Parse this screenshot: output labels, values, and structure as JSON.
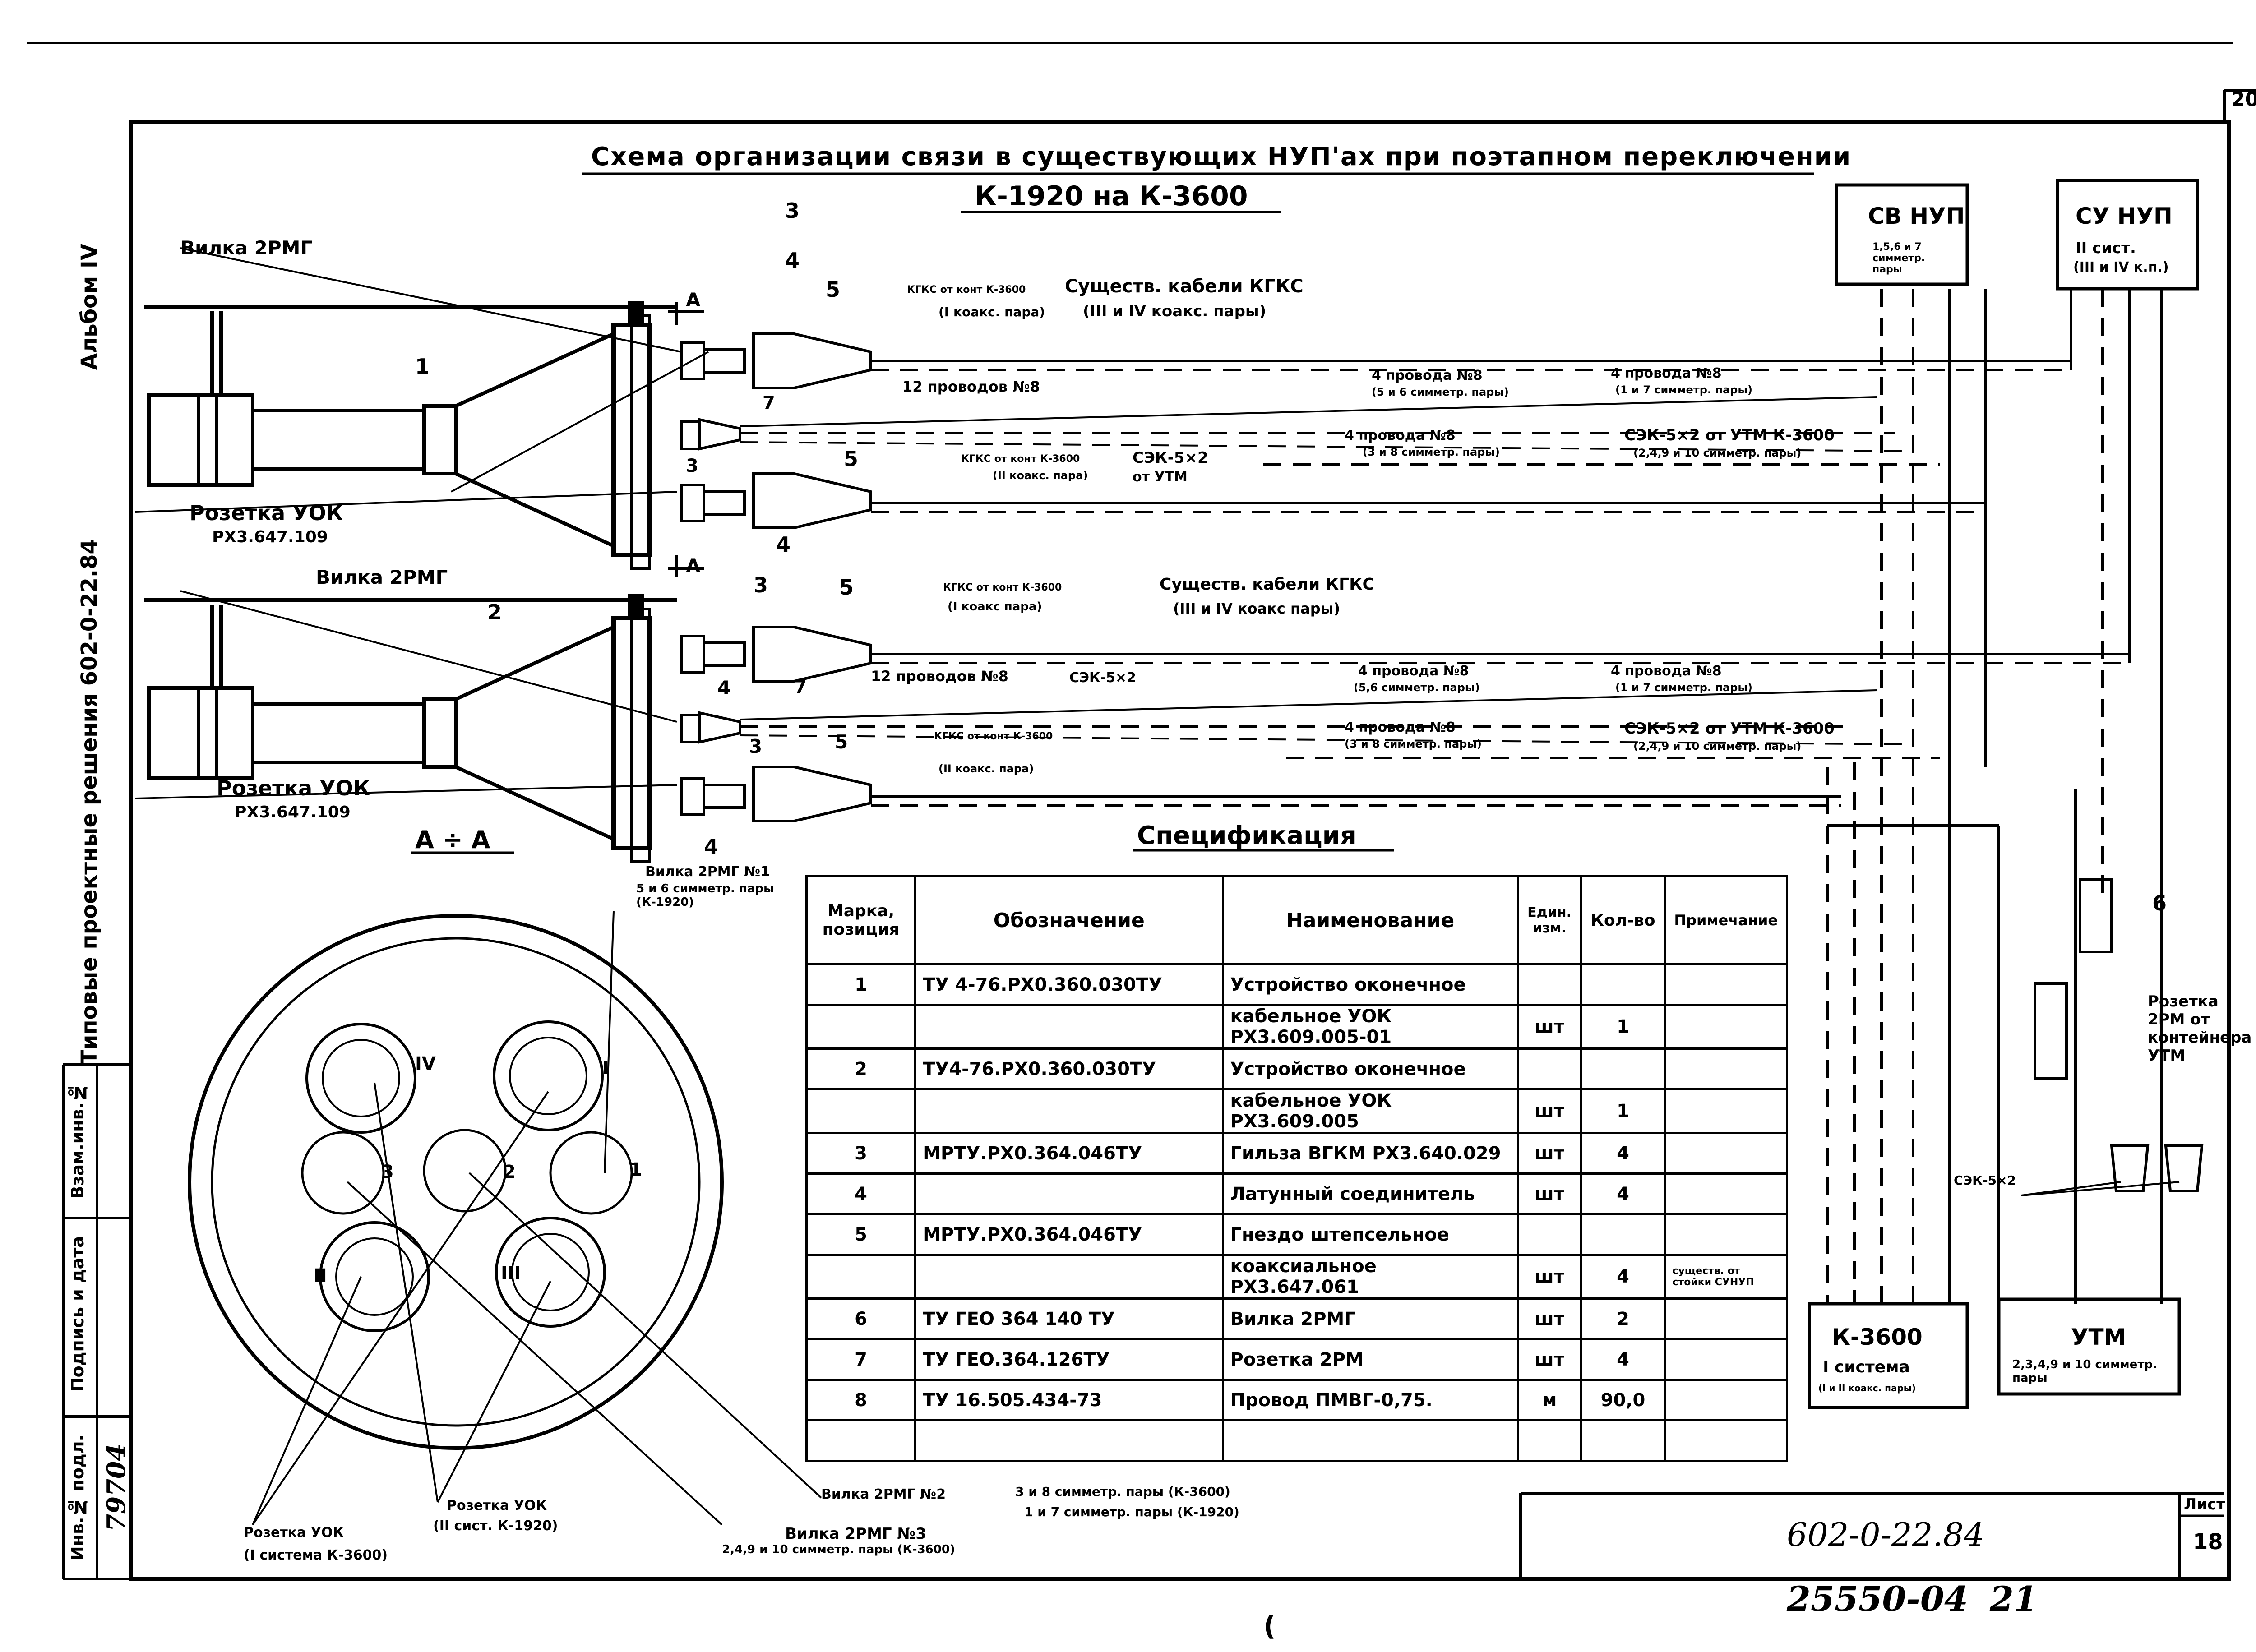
{
  "sheet": {
    "corner_number": "20",
    "title_line1": "Схема организации связи в существующих НУП'ах при поэтапном переключении",
    "title_line2": "К-1920 на К-3600",
    "sheet_label": "Лист",
    "sheet_number": "18",
    "code": "602-0-22.84",
    "bottom_number": "25550-04",
    "bottom_number2": "21",
    "bottom_mark": "("
  },
  "side_strip": {
    "album": "Альбом IV",
    "series": "Типовые проектные решения 602-0-22.84",
    "inv_orig": "Инв.№ подл.",
    "inv_value": "79704",
    "sign_date": "Подпись и дата",
    "replace": "Взам.инв.№"
  },
  "labels": {
    "vilka_top": "Вилка 2РМГ",
    "pos1": "1",
    "pos3a": "3",
    "pos4a": "4",
    "pos5a": "5",
    "pos7": "7",
    "pos5b": "5",
    "pos4b": "4",
    "pos3b": "3",
    "a_top": "A",
    "a_bottom": "A",
    "rozetka_udk_1": "Розетка УОК",
    "rozetka_udk_1_code": "РХ3.647.109",
    "vilka_mid": "Вилка 2РМГ",
    "pos2": "2",
    "pos3c": "3",
    "pos5c": "5",
    "pos4c": "4",
    "pos7b": "7",
    "pos3d": "3",
    "pos5d": "5",
    "pos4d": "4",
    "rozetka_udk_2": "Розетка УОК",
    "rozetka_udk_2_code": "РХ3.647.109",
    "section": "А ÷ А"
  },
  "cable_notes": {
    "top": {
      "kgks_k3600": "КГКС от конт К-3600",
      "kgks_pair": "(I коакс. пара)",
      "sush_kabeli": "Существ. кабели КГКС",
      "sush_pairs": "(III и IV коакс. пары)",
      "wires12": "12 проводов №8",
      "wires4_top": "4 провода №8",
      "wires4_top_sub": "(5 и 6 симметр. пары)",
      "wires4_right": "4 провода №8",
      "wires4_right_sub": "(1 и 7 симметр. пары)",
      "wires4_mid": "4 провода №8",
      "wires4_mid_sub": "(3 и 8 симметр. пары)",
      "sek_utm": "СЭК-5×2 от УТМ К-3600",
      "sek_utm_sub": "(2,4,9 и 10 симметр. пары)",
      "sek52": "СЭК-5×2",
      "sek52_sub": "от УТМ",
      "kgks_k3600_2": "КГКС от конт К-3600",
      "kgks_pair2": "(II коакс. пара)"
    },
    "bottom": {
      "kgks_k3600": "КГКС от конт К-3600",
      "kgks_pair": "(I коакс пара)",
      "sush_kabeli": "Существ. кабели КГКС",
      "sush_pairs": "(III и IV коакс пары)",
      "wires12": "12 проводов №8",
      "sek52": "СЭК-5×2",
      "wires4_top": "4 провода №8",
      "wires4_top_sub": "(5,6 симметр. пары)",
      "wires4_right": "4 провода №8",
      "wires4_right_sub": "(1 и 7 симметр. пары)",
      "wires4_mid": "4 провода №8",
      "wires4_mid_sub": "(3 и 8 симметр. пары)",
      "sek_utm": "СЭК-5×2 от УТМ К-3600",
      "sek_utm_sub": "(2,4,9 и 10 симметр. пары)",
      "kgks_k3600_2": "КГКС от конт К-3600",
      "kgks_pair2": "(II коакс. пара)"
    }
  },
  "boxes": {
    "sv_nup": {
      "title": "СВ НУП",
      "sub": "1,5,6 и 7 симметр. пары"
    },
    "su_nup": {
      "title": "СУ НУП",
      "sub1": "II сист.",
      "sub2": "(III и IV к.п.)"
    },
    "k3600": {
      "title": "К-3600",
      "sub1": "I система",
      "sub2": "(I и II коакс. пары)"
    },
    "utm": {
      "title": "УТМ",
      "sub": "2,3,4,9 и 10 симметр. пары"
    }
  },
  "right_labels": {
    "pos6": "6",
    "rozetka_2pm": "Розетка 2РМ от контейнера УТМ",
    "sek52": "СЭК-5×2"
  },
  "section_labels": {
    "vilka_n1": "Вилка 2РМГ №1",
    "vilka_n1_sub": "5 и 6 симметр. пары (К-1920)",
    "vilka_n2": "Вилка 2РМГ №2",
    "vilka_n2_sub1": "3 и 8 симметр. пары (К-3600)",
    "vilka_n2_sub2": "1 и 7 симметр. пары (К-1920)",
    "vilka_n3": "Вилка 2РМГ №3",
    "vilka_n3_sub": "2,4,9 и 10 симметр. пары (К-3600)",
    "rozetka_i": "Розетка УОК",
    "rozetka_i_sub": "(I система К-3600)",
    "rozetka_ii": "Розетка УОК",
    "rozetka_ii_sub": "(II сист. К-1920)",
    "roman_iv": "IV",
    "roman_i": "I",
    "roman_ii": "II",
    "roman_iii": "III",
    "n1": "1",
    "n2": "2",
    "n3": "3"
  },
  "spec": {
    "title": "Спецификация",
    "headers": [
      "Марка, позиция",
      "Обозначение",
      "Наименование",
      "Един. изм.",
      "Кол-во",
      "Примечание"
    ],
    "rows": [
      [
        "1",
        "ТУ 4-76.РХ0.360.030ТУ",
        "Устройство оконечное",
        "",
        "",
        ""
      ],
      [
        "",
        "",
        "кабельное УОК РХ3.609.005-01",
        "шт",
        "1",
        ""
      ],
      [
        "2",
        "ТУ4-76.РХ0.360.030ТУ",
        "Устройство оконечное",
        "",
        "",
        ""
      ],
      [
        "",
        "",
        "кабельное УОК РХ3.609.005",
        "шт",
        "1",
        ""
      ],
      [
        "3",
        "МРТУ.РХ0.364.046ТУ",
        "Гильза ВГКМ РХ3.640.029",
        "шт",
        "4",
        ""
      ],
      [
        "4",
        "",
        "Латунный соединитель",
        "шт",
        "4",
        ""
      ],
      [
        "5",
        "МРТУ.РХ0.364.046ТУ",
        "Гнездо штепсельное",
        "",
        "",
        ""
      ],
      [
        "",
        "",
        "коаксиальное РХ3.647.061",
        "шт",
        "4",
        "существ. от стойки СУНУП"
      ],
      [
        "6",
        "ТУ ГЕО 364 140 ТУ",
        "Вилка 2РМГ",
        "шт",
        "2",
        ""
      ],
      [
        "7",
        "ТУ ГЕО.364.126ТУ",
        "Розетка 2РМ",
        "шт",
        "4",
        ""
      ],
      [
        "8",
        "ТУ 16.505.434-73",
        "Провод ПМВГ-0,75.",
        "м",
        "90,0",
        ""
      ],
      [
        "",
        "",
        "",
        "",
        "",
        ""
      ]
    ]
  }
}
